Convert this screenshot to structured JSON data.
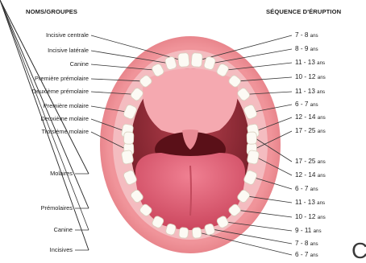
{
  "headers": {
    "left": "NOMS/GROUPES",
    "right": "SÉQUENCE D'ÉRUPTION"
  },
  "upper_labels": [
    "Incisive centrale",
    "Incisive latérale",
    "Canine",
    "Première prémolaire",
    "Deuxième prémolaire",
    "Première molaire",
    "Deuxième molaire",
    "Troisième molaire"
  ],
  "upper_ages": [
    {
      "range": "7 - 8",
      "unit": "ans"
    },
    {
      "range": "8 - 9",
      "unit": "ans"
    },
    {
      "range": "11 - 13",
      "unit": "ans"
    },
    {
      "range": "10 - 12",
      "unit": "ans"
    },
    {
      "range": "11 - 13",
      "unit": "ans"
    },
    {
      "range": "6 - 7",
      "unit": "ans"
    },
    {
      "range": "12 - 14",
      "unit": "ans"
    },
    {
      "range": "17 - 25",
      "unit": "ans"
    }
  ],
  "lower_groups": [
    "Molaires",
    "Prémolaires",
    "Canine",
    "Incisives"
  ],
  "lower_ages": [
    {
      "range": "17 - 25",
      "unit": "ans"
    },
    {
      "range": "12 - 14",
      "unit": "ans"
    },
    {
      "range": "6 - 7",
      "unit": "ans"
    },
    {
      "range": "11 - 13",
      "unit": "ans"
    },
    {
      "range": "10 - 12",
      "unit": "ans"
    },
    {
      "range": "9 - 11",
      "unit": "ans"
    },
    {
      "range": "7 - 8",
      "unit": "ans"
    },
    {
      "range": "6 - 7",
      "unit": "ans"
    }
  ],
  "corner_glyph": "C",
  "colors": {
    "lips": "#e87e86",
    "gum": "#f2b5b8",
    "mouth_dark": "#8e2630",
    "tongue": "#e2566a",
    "tooth": "#fcfaf4"
  }
}
